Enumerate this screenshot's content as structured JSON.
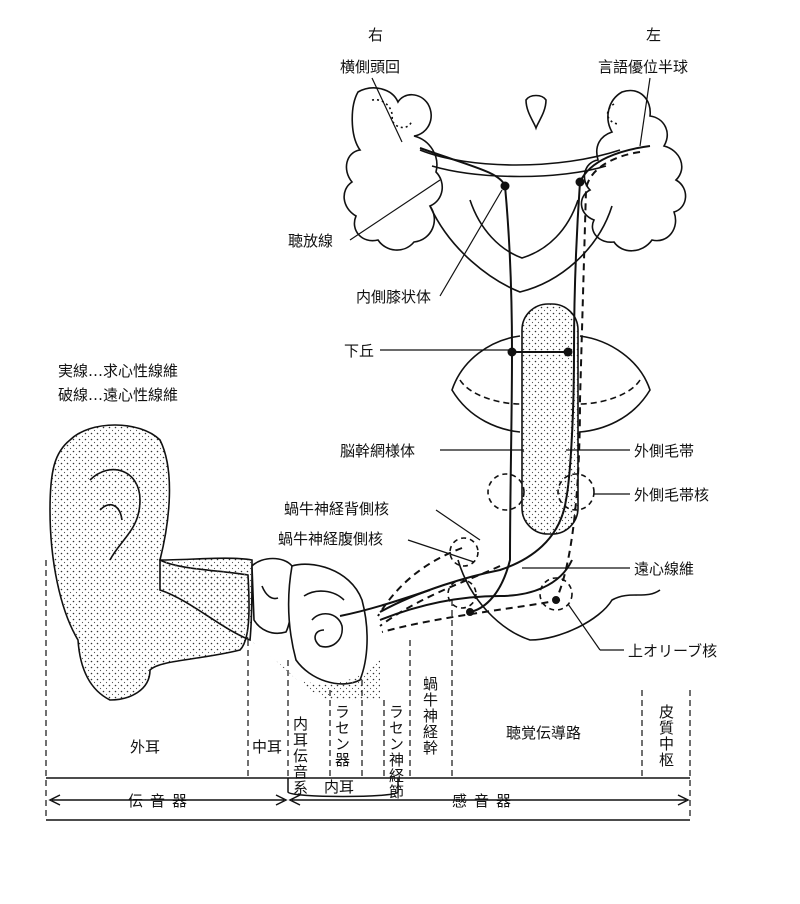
{
  "hemispheres": {
    "right": "右",
    "left": "左"
  },
  "labels": {
    "transverse_temporal_gyrus": "横側頭回",
    "language_dominant_hemisphere": "言語優位半球",
    "acoustic_radiation": "聴放線",
    "medial_geniculate_body": "内側膝状体",
    "inferior_colliculus": "下丘",
    "brainstem_reticular_formation": "脳幹網様体",
    "lateral_lemniscus": "外側毛帯",
    "lateral_lemniscus_nucleus": "外側毛帯核",
    "dorsal_cochlear_nucleus": "蝸牛神経背側核",
    "ventral_cochlear_nucleus": "蝸牛神経腹側核",
    "efferent_fibers": "遠心線維",
    "superior_olivary_nucleus": "上オリーブ核"
  },
  "legend": {
    "solid": "実線…求心性線維",
    "dashed": "破線…遠心性線維"
  },
  "sections": {
    "outer_ear": "外耳",
    "middle_ear": "中耳",
    "inner_ear_conduction": "内耳伝音系",
    "organ_of_corti": "ラセン器",
    "spiral_ganglion": "ラセン神経節",
    "cochlear_nerve_trunk": "蝸牛神経幹",
    "auditory_pathway": "聴覚伝導路",
    "cortical_center": "皮質中枢"
  },
  "bottom": {
    "inner_ear": "内耳",
    "sound_conduction": "伝音器",
    "sound_perception": "感音器"
  }
}
